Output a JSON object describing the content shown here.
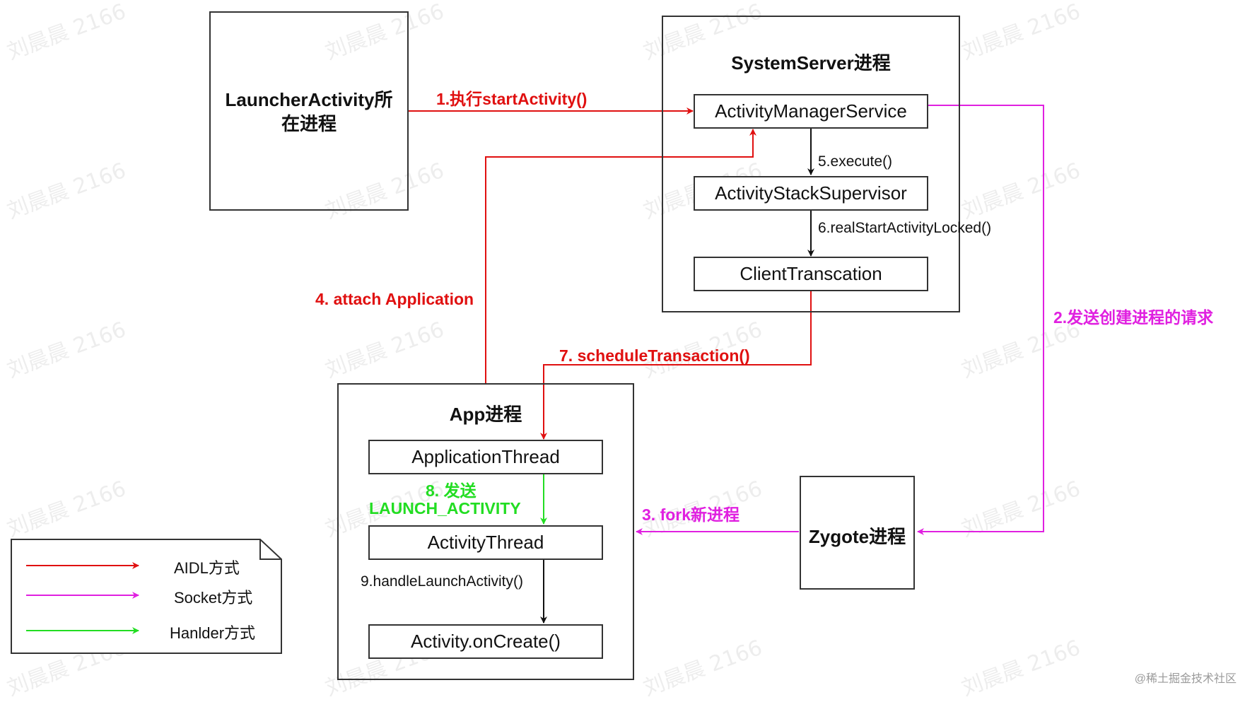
{
  "watermark": "刘晨晨 2166",
  "nodes": {
    "launcher": "LauncherActivity所\n在进程",
    "system_server": "SystemServer进程",
    "ams": "ActivityManagerService",
    "supervisor": "ActivityStackSupervisor",
    "client_transaction": "ClientTranscation",
    "app_process": "App进程",
    "application_thread": "ApplicationThread",
    "activity_thread": "ActivityThread",
    "activity_oncreate": "Activity.onCreate()",
    "zygote": "Zygote进程"
  },
  "edges": {
    "e1": "1.执行startActivity()",
    "e2": "2.发送创建进程的请求",
    "e3": "3. fork新进程",
    "e4": "4. attach Application",
    "e5": "5.execute()",
    "e6": "6.realStartActivityLocked()",
    "e7": "7. scheduleTransaction()",
    "e8_line1": "8. 发送",
    "e8_line2": "LAUNCH_ACTIVITY",
    "e9": "9.handleLaunchActivity()"
  },
  "legend": {
    "items": [
      {
        "label": "AIDL方式",
        "color": "#e01010"
      },
      {
        "label": "Socket方式",
        "color": "#e020e0"
      },
      {
        "label": "Hanlder方式",
        "color": "#22dd22"
      }
    ]
  },
  "colors": {
    "aidl": "#e01010",
    "socket": "#e020e0",
    "handler": "#22dd22",
    "black": "#111111"
  },
  "credit": "@稀土掘金技术社区"
}
